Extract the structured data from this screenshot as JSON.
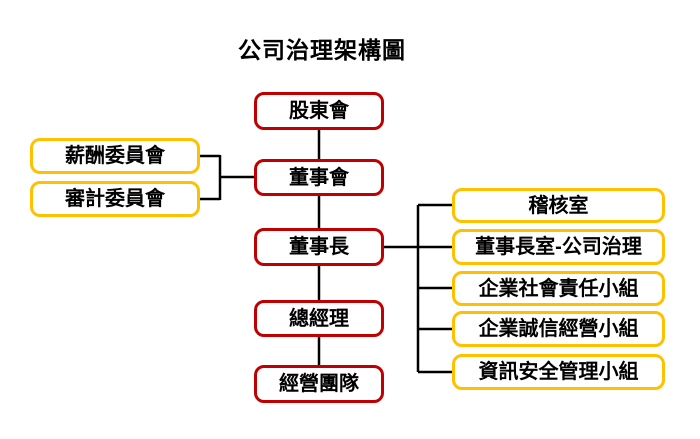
{
  "title": "公司治理架構圖",
  "colors": {
    "primary_node_border": "#C00000",
    "secondary_node_border": "#FFC000",
    "connector_line": "#000000",
    "node_text": "#000000",
    "background": "#FFFFFF"
  },
  "org_chart": {
    "main_chain": [
      {
        "label": "股東會"
      },
      {
        "label": "董事會"
      },
      {
        "label": "董事長"
      },
      {
        "label": "總經理"
      },
      {
        "label": "經營團隊"
      }
    ],
    "board_committees": [
      {
        "label": "薪酬委員會"
      },
      {
        "label": "審計委員會"
      }
    ],
    "chairman_units": [
      {
        "label": "稽核室"
      },
      {
        "label": "董事長室-公司治理"
      },
      {
        "label": "企業社會責任小組"
      },
      {
        "label": "企業誠信經營小組"
      },
      {
        "label": "資訊安全管理小組"
      }
    ]
  }
}
